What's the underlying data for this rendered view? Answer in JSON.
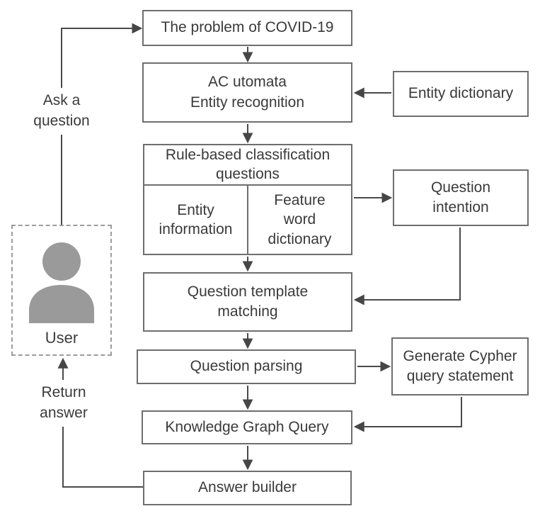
{
  "diagram": {
    "nodes": {
      "problem": "The problem of COVID-19",
      "entity_recognition": "AC utomata\nEntity recognition",
      "entity_dictionary": "Entity dictionary",
      "rule_based_classification": "Rule-based classification\nquestions",
      "entity_information": "Entity\ninformation",
      "feature_word_dictionary": "Feature\nword\ndictionary",
      "question_intention": "Question\nintention",
      "question_template_matching": "Question template\nmatching",
      "question_parsing": "Question parsing",
      "generate_cypher": "Generate Cypher\nquery statement",
      "knowledge_graph_query": "Knowledge Graph Query",
      "answer_builder": "Answer builder",
      "user": "User"
    },
    "edge_labels": {
      "ask_a_question": "Ask a\nquestion",
      "return_answer": "Return\nanswer"
    },
    "icons": {
      "user_icon": "person-silhouette"
    },
    "colors": {
      "background": "#ffffff",
      "box_fill": "#ffffff",
      "box_border": "#6e6e6e",
      "text": "#3a3a3a",
      "arrow": "#4a4a4a",
      "user_icon_gray": "#9a9a9a",
      "user_box_dash": "#9c9c9c"
    }
  }
}
